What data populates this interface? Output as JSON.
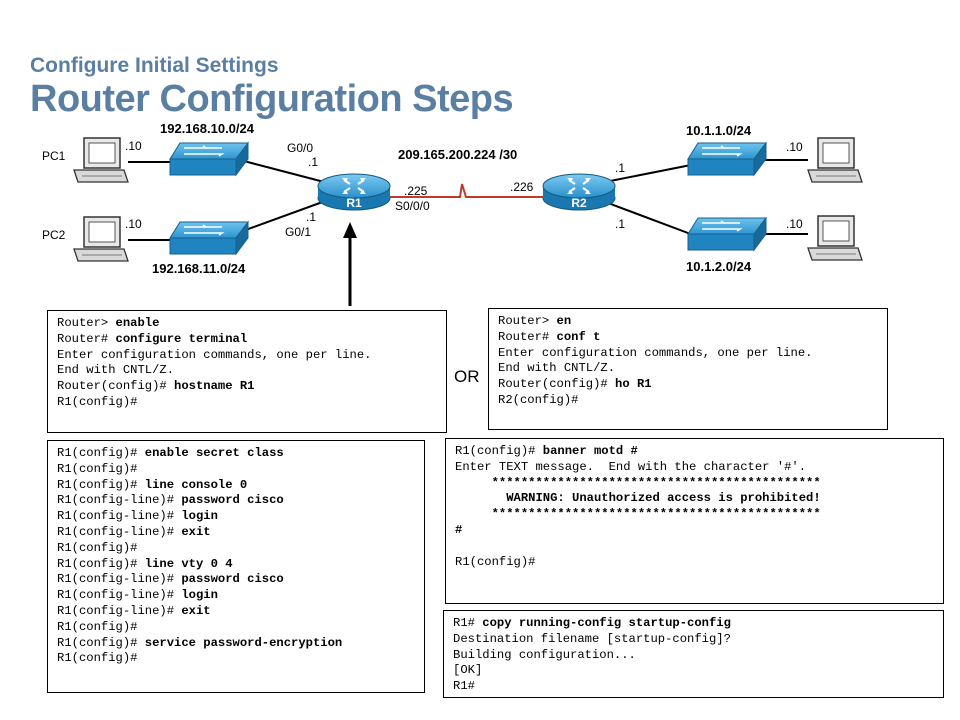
{
  "header": {
    "subtitle": "Configure Initial Settings",
    "title": "Router Configuration Steps"
  },
  "topology": {
    "pc1_label": "PC1",
    "pc2_label": "PC2",
    "pc1_host": ".10",
    "pc2_host": ".10",
    "pc3_host": ".10",
    "pc4_host": ".10",
    "lan1": "192.168.10.0/24",
    "lan2": "192.168.11.0/24",
    "lan3": "10.1.1.0/24",
    "lan4": "10.1.2.0/24",
    "wan": "209.165.200.224 /30",
    "r1_name": "R1",
    "r2_name": "R2",
    "r1_g00": "G0/0",
    "r1_g00_host": ".1",
    "r1_g01": "G0/1",
    "r1_g01_host": ".1",
    "r1_wan_host": ".225",
    "r1_serial": "S0/0/0",
    "r2_wan_host": ".226",
    "r2_lan3_host": ".1",
    "r2_lan4_host": ".1"
  },
  "or_label": "OR",
  "terminals": {
    "t1": [
      {
        "prompt": "Router> ",
        "cmd": "enable"
      },
      {
        "prompt": "Router# ",
        "cmd": "configure terminal"
      },
      {
        "prompt": "Enter configuration commands, one per line.",
        "cmd": ""
      },
      {
        "prompt": "End with CNTL/Z.",
        "cmd": ""
      },
      {
        "prompt": "Router(config)# ",
        "cmd": "hostname R1"
      },
      {
        "prompt": "R1(config)#",
        "cmd": ""
      }
    ],
    "t2": [
      {
        "prompt": "Router> ",
        "cmd": "en"
      },
      {
        "prompt": "Router# ",
        "cmd": "conf t"
      },
      {
        "prompt": "Enter configuration commands, one per line.",
        "cmd": ""
      },
      {
        "prompt": "End with CNTL/Z.",
        "cmd": ""
      },
      {
        "prompt": "Router(config)# ",
        "cmd": "ho R1"
      },
      {
        "prompt": "R2(config)#",
        "cmd": ""
      }
    ],
    "t3": [
      {
        "prompt": "R1(config)# ",
        "cmd": "enable secret class"
      },
      {
        "prompt": "R1(config)#",
        "cmd": ""
      },
      {
        "prompt": "R1(config)# ",
        "cmd": "line console 0"
      },
      {
        "prompt": "R1(config-line)# ",
        "cmd": "password cisco"
      },
      {
        "prompt": "R1(config-line)# ",
        "cmd": "login"
      },
      {
        "prompt": "R1(config-line)# ",
        "cmd": "exit"
      },
      {
        "prompt": "R1(config)#",
        "cmd": ""
      },
      {
        "prompt": "R1(config)# ",
        "cmd": "line vty 0 4"
      },
      {
        "prompt": "R1(config-line)# ",
        "cmd": "password cisco"
      },
      {
        "prompt": "R1(config-line)# ",
        "cmd": "login"
      },
      {
        "prompt": "R1(config-line)# ",
        "cmd": "exit"
      },
      {
        "prompt": "R1(config)#",
        "cmd": ""
      },
      {
        "prompt": "R1(config)# ",
        "cmd": "service password-encryption"
      },
      {
        "prompt": "R1(config)#",
        "cmd": ""
      }
    ],
    "t4": [
      {
        "prompt": "R1(config)# ",
        "cmd": "banner motd #"
      },
      {
        "prompt": "Enter TEXT message.  End with the character '#'.",
        "cmd": ""
      },
      {
        "prompt": "",
        "cmd": "     *********************************************"
      },
      {
        "prompt": "",
        "cmd": "       WARNING: Unauthorized access is prohibited!"
      },
      {
        "prompt": "",
        "cmd": "     *********************************************"
      },
      {
        "prompt": "",
        "cmd": "#"
      },
      {
        "prompt": "",
        "cmd": ""
      },
      {
        "prompt": "R1(config)#",
        "cmd": ""
      }
    ],
    "t5": [
      {
        "prompt": "R1# ",
        "cmd": "copy running-config startup-config"
      },
      {
        "prompt": "Destination filename [startup-config]?",
        "cmd": ""
      },
      {
        "prompt": "Building configuration...",
        "cmd": ""
      },
      {
        "prompt": "[OK]",
        "cmd": ""
      },
      {
        "prompt": "R1#",
        "cmd": ""
      }
    ]
  },
  "colors": {
    "title": "#5b7fa3",
    "device_blue": "#1f84c0",
    "serial_link": "#c0392b"
  },
  "icons": [
    "pc-icon",
    "switch-icon",
    "router-icon"
  ]
}
